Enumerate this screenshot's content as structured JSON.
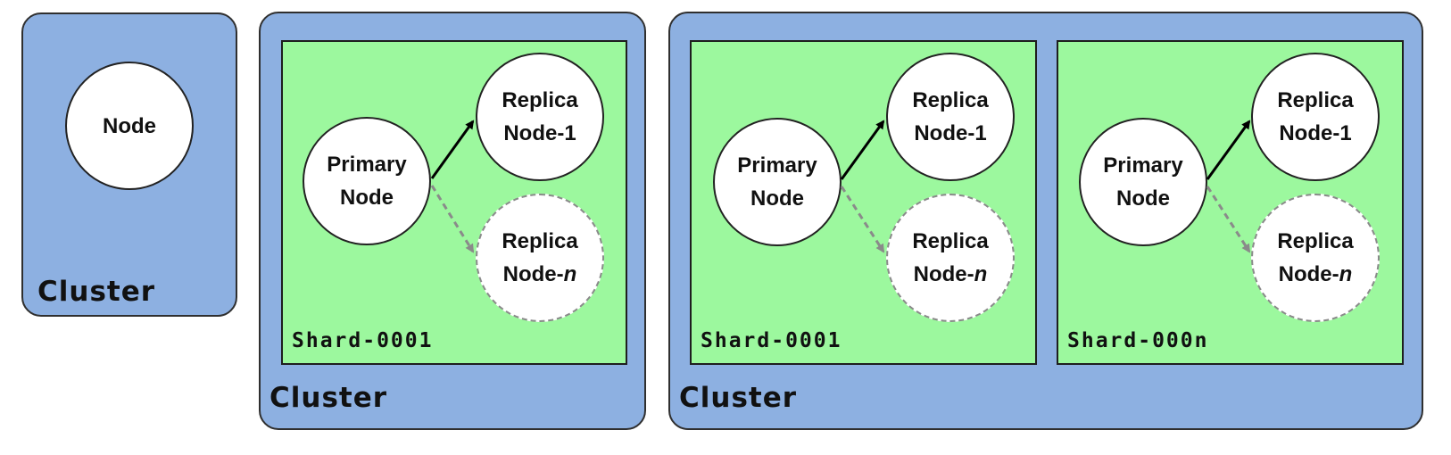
{
  "clusters": [
    {
      "label": "Cluster",
      "single_node": {
        "label": "Node"
      }
    },
    {
      "label": "Cluster",
      "shards": [
        {
          "label": "Shard-0001",
          "primary": {
            "line1": "Primary",
            "line2": "Node"
          },
          "replica1": {
            "line1": "Replica",
            "line2": "Node-1"
          },
          "replica_n": {
            "line1": "Replica",
            "line2_prefix": "Node-",
            "line2_suffix": "n"
          }
        }
      ]
    },
    {
      "label": "Cluster",
      "shards": [
        {
          "label": "Shard-0001",
          "primary": {
            "line1": "Primary",
            "line2": "Node"
          },
          "replica1": {
            "line1": "Replica",
            "line2": "Node-1"
          },
          "replica_n": {
            "line1": "Replica",
            "line2_prefix": "Node-",
            "line2_suffix": "n"
          }
        },
        {
          "label": "Shard-000n",
          "primary": {
            "line1": "Primary",
            "line2": "Node"
          },
          "replica1": {
            "line1": "Replica",
            "line2": "Node-1"
          },
          "replica_n": {
            "line1": "Replica",
            "line2_prefix": "Node-",
            "line2_suffix": "n"
          }
        }
      ]
    }
  ],
  "colors": {
    "cluster_fill": "#8db0e1",
    "shard_fill": "#9cf89e",
    "node_fill": "#ffffff",
    "solid_arrow": "#000000",
    "dashed_arrow": "#8a8a8a"
  }
}
